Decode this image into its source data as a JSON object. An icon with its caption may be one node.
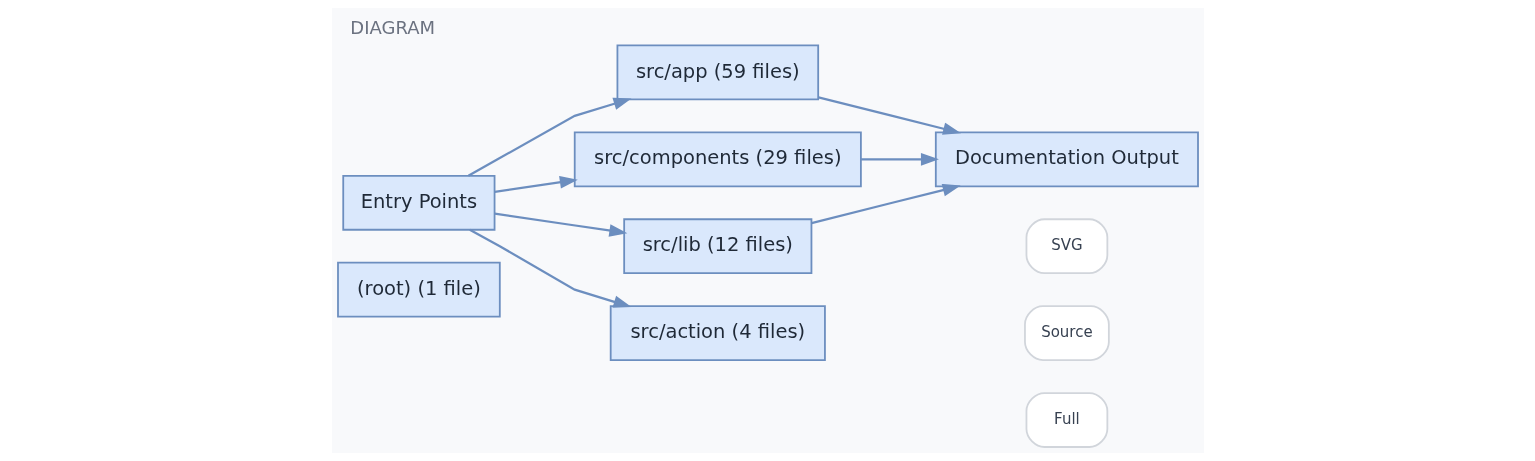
{
  "diagram": {
    "title": "DIAGRAM",
    "nodes": [
      {
        "text": [
          "Entry Points"
        ]
      },
      {
        "text": [
          "(root) (1 file)"
        ]
      },
      {
        "text": [
          "src/app (59 files)"
        ]
      },
      {
        "text": [
          "src/components (29 files)"
        ]
      },
      {
        "text": [
          "src/lib (12 files)"
        ]
      },
      {
        "text": [
          "src/action (4 files)"
        ]
      },
      {
        "text": [
          "Documentation Output"
        ]
      }
    ],
    "edges": [
      {
        "from": 0,
        "to": 2,
        "arrow": "to"
      },
      {
        "from": 0,
        "to": 3,
        "arrow": "to"
      },
      {
        "from": 0,
        "to": 4,
        "arrow": "to"
      },
      {
        "from": 0,
        "to": 5,
        "arrow": "to"
      },
      {
        "from": 2,
        "to": 6,
        "arrow": "to"
      },
      {
        "from": 3,
        "to": 6,
        "arrow": "to"
      },
      {
        "from": 4,
        "to": 6,
        "arrow": "to"
      }
    ],
    "labels": [
      "SVG",
      "Source",
      "Full"
    ]
  }
}
